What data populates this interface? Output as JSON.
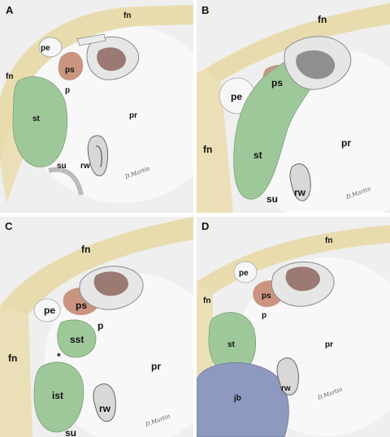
{
  "panels": [
    {
      "id": "A",
      "labels": {
        "fn_top": "fn",
        "fn_left": "fn",
        "pe": "pe",
        "ps": "ps",
        "p": "p",
        "st": "st",
        "pr": "pr",
        "su": "su",
        "rw": "rw"
      }
    },
    {
      "id": "B",
      "labels": {
        "fn_top": "fn",
        "fn_left": "fn",
        "pe": "pe",
        "ps": "ps",
        "st": "st",
        "pr": "pr",
        "su": "su",
        "rw": "rw"
      }
    },
    {
      "id": "C",
      "labels": {
        "fn_top": "fn",
        "fn_left": "fn",
        "pe": "pe",
        "ps": "ps",
        "p": "p",
        "sst": "sst",
        "ist": "ist",
        "asterisk": "*",
        "pr": "pr",
        "su": "su",
        "rw": "rw"
      }
    },
    {
      "id": "D",
      "labels": {
        "fn_top": "fn",
        "fn_left": "fn",
        "pe": "pe",
        "ps": "ps",
        "p": "p",
        "st": "st",
        "pr": "pr",
        "jb": "jb",
        "rw": "rw"
      }
    }
  ],
  "colors": {
    "facial_nerve": "#e8dcae",
    "sinus_tympani": "#9fc89a",
    "posticus_space": "#c99580",
    "promontory": "#f1f1f1",
    "jugular_bulb": "#8e99bf",
    "stapes": "#e6e6e6"
  }
}
